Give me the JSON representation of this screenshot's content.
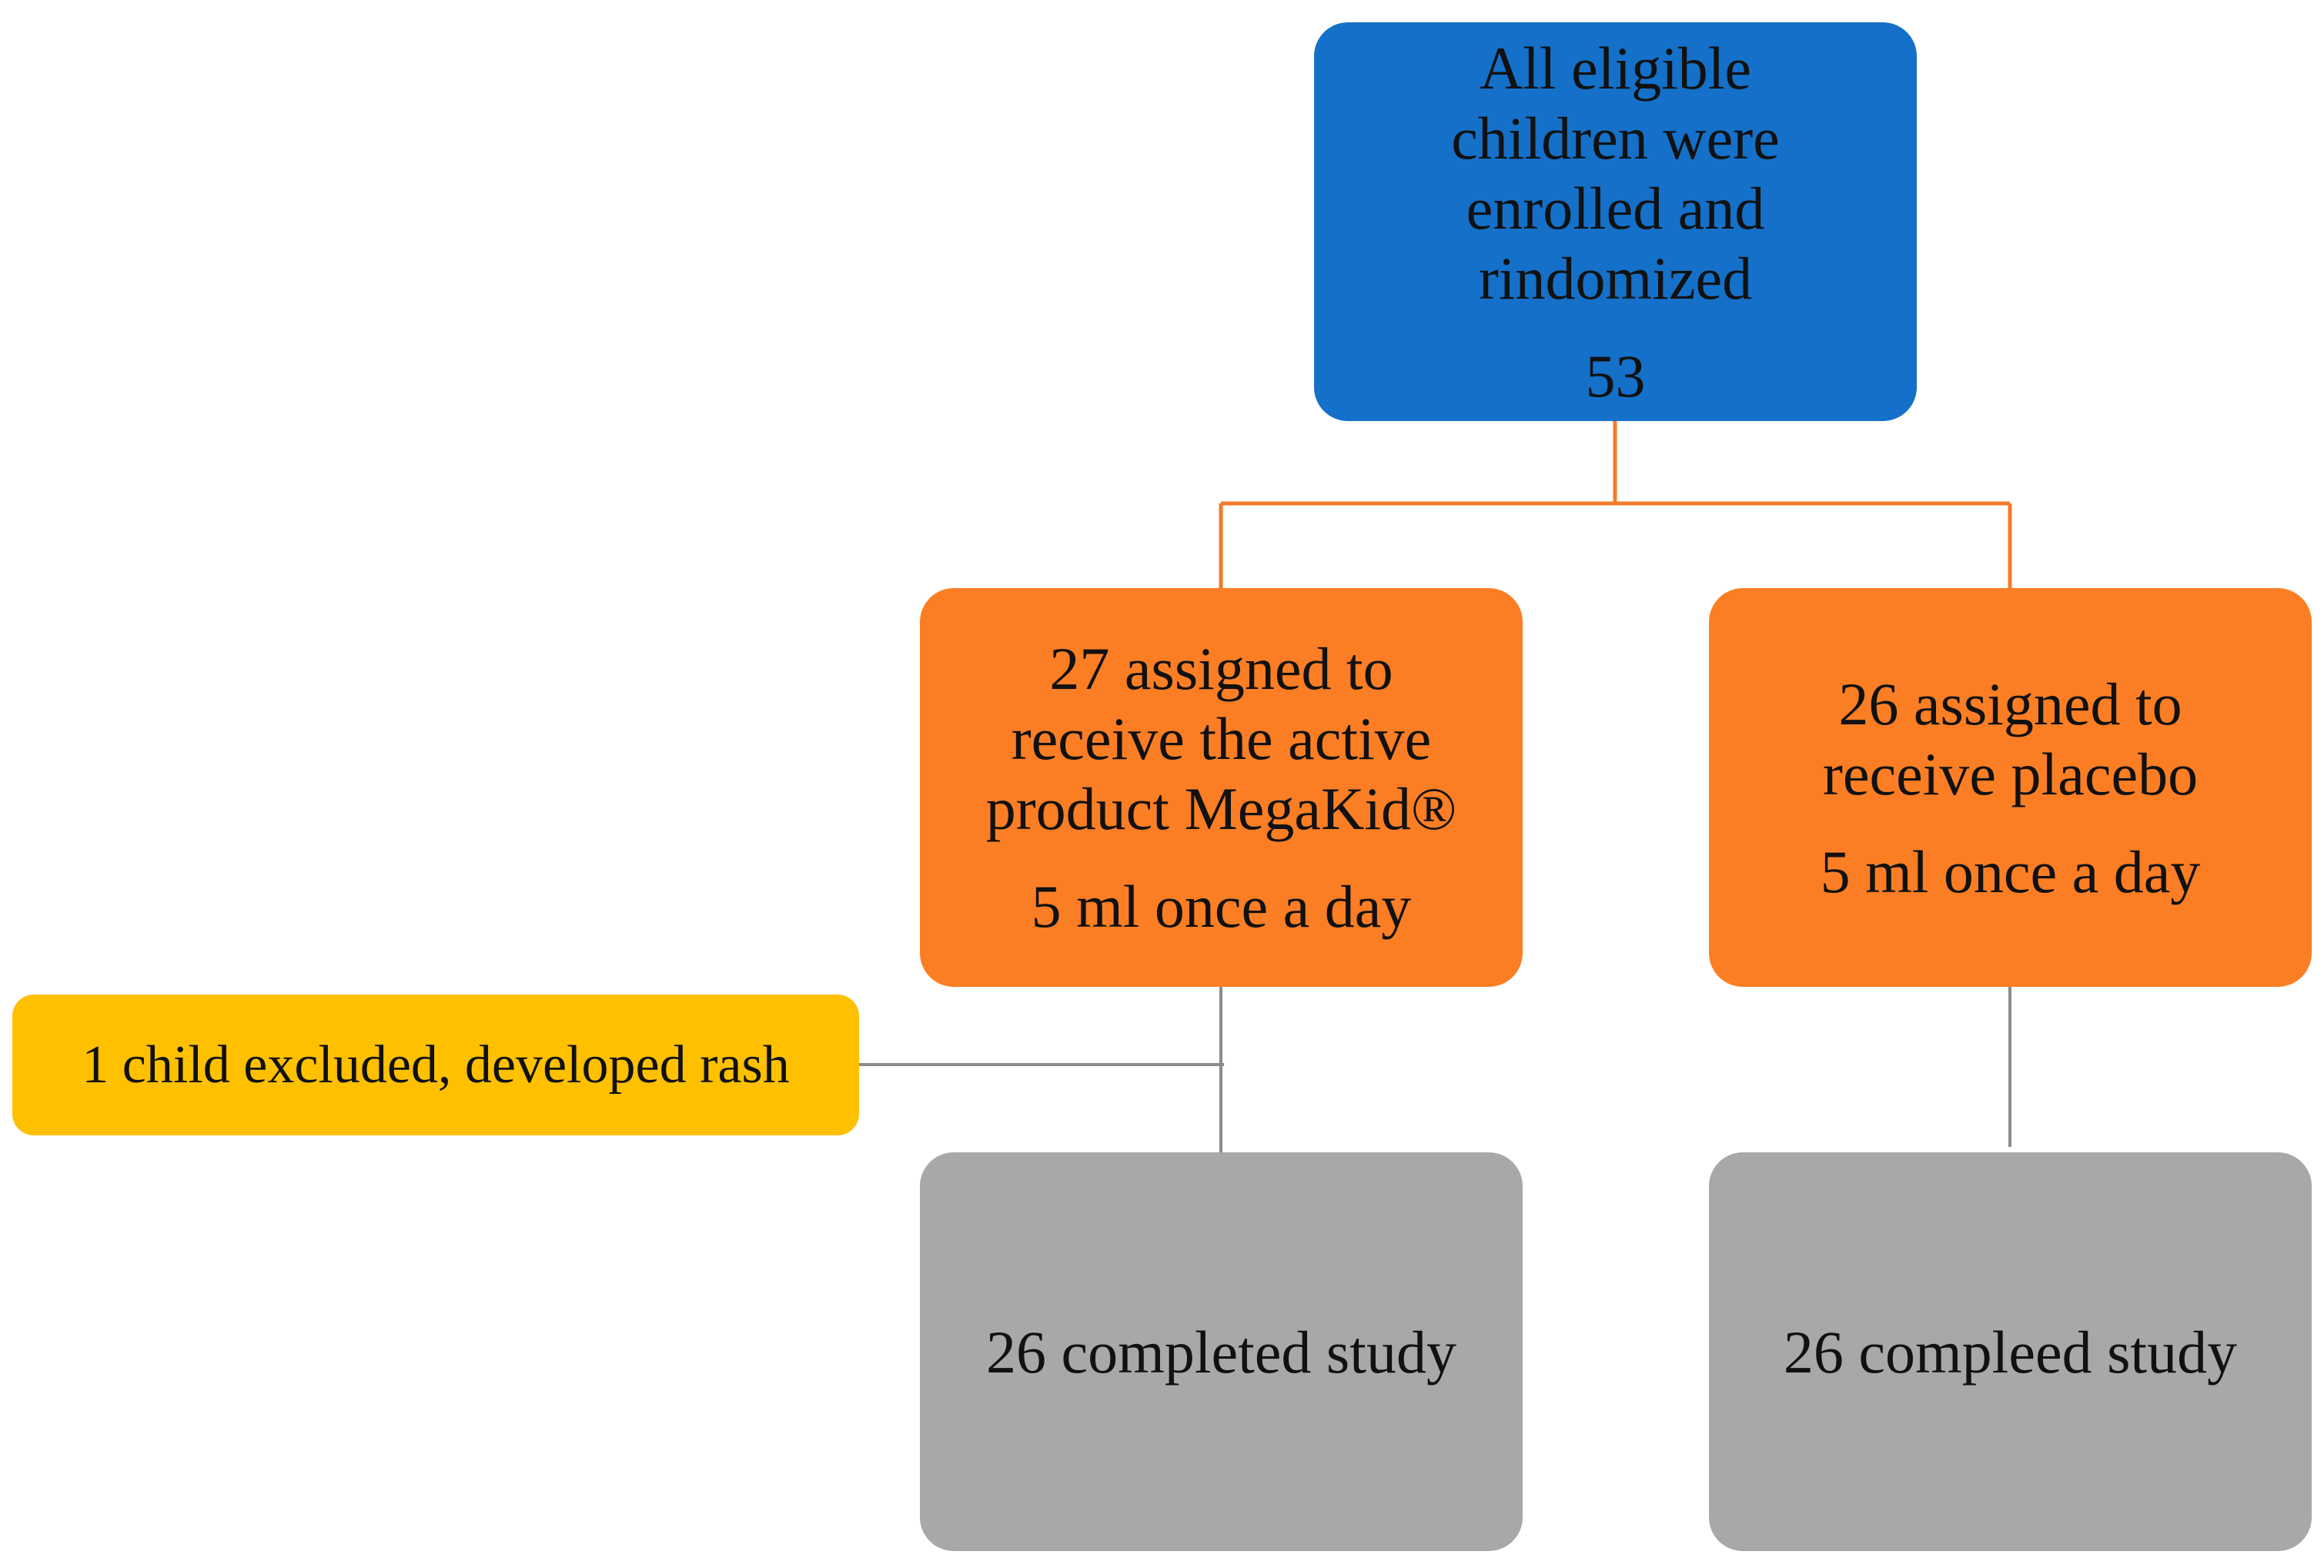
{
  "colors": {
    "enrolled_fill": "#1470C8",
    "assigned_fill": "#FB7E24",
    "excluded_fill": "#FFC000",
    "completed_fill": "#A8A8A8",
    "orange_connector": "#F47A2A",
    "gray_connector": "#8C8C8C"
  },
  "nodes": {
    "enrolled": {
      "lines": [
        "All eligible",
        "children were",
        "enrolled and",
        "rindomized"
      ],
      "count": "53"
    },
    "active": {
      "lines": [
        "27 assigned to",
        "receive the active",
        "product MegaKid®"
      ],
      "dose": "5 ml once a day"
    },
    "placebo": {
      "lines": [
        "26 assigned to",
        "receive placebo"
      ],
      "dose": "5 ml once a day"
    },
    "excluded": {
      "text": "1 child excluded, developed rash"
    },
    "completed_active": {
      "text": "26 completed study"
    },
    "completed_placebo": {
      "text": "26 compleed study"
    }
  }
}
